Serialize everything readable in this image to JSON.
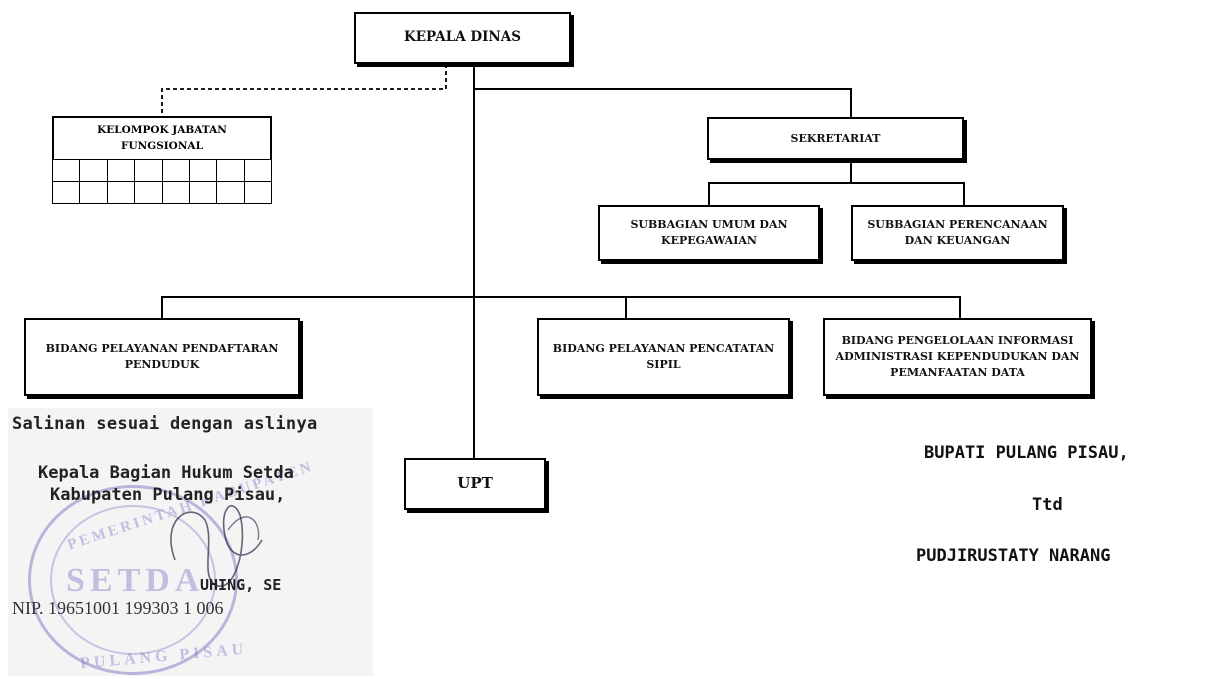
{
  "org_chart": {
    "head": "KEPALA DINAS",
    "functional_group": "KELOMPOK JABATAN\nFUNGSIONAL",
    "secretariat": "SEKRETARIAT",
    "sub_general": "SUBBAGIAN UMUM DAN\nKEPEGAWAIAN",
    "sub_planning": "SUBBAGIAN PERENCANAAN\nDAN KEUANGAN",
    "field_registration": "BIDANG PELAYANAN PENDAFTARAN\nPENDUDUK",
    "field_civil": "BIDANG PELAYANAN PENCATATAN\nSIPIL",
    "field_information": "BIDANG PENGELOLAAN INFORMASI\nADMINISTRASI KEPENDUDUKAN DAN\nPEMANFAATAN DATA",
    "upt": "UPT"
  },
  "certification": {
    "copy_note": "Salinan sesuai dengan aslinya",
    "position_line1": "Kepala Bagian Hukum Setda",
    "position_line2": "Kabupaten Pulang Pisau,",
    "name": "UHING, SE",
    "nip": "NIP. 19651001 199303 1 006",
    "stamp_word": "SETDA",
    "stamp_top_text": "PEMERINTAH KABUPATEN",
    "stamp_bottom_text": "PULANG PISAU"
  },
  "regent": {
    "title": "BUPATI PULANG PISAU,",
    "signed": "Ttd",
    "name": "PUDJIRUSTATY NARANG"
  }
}
